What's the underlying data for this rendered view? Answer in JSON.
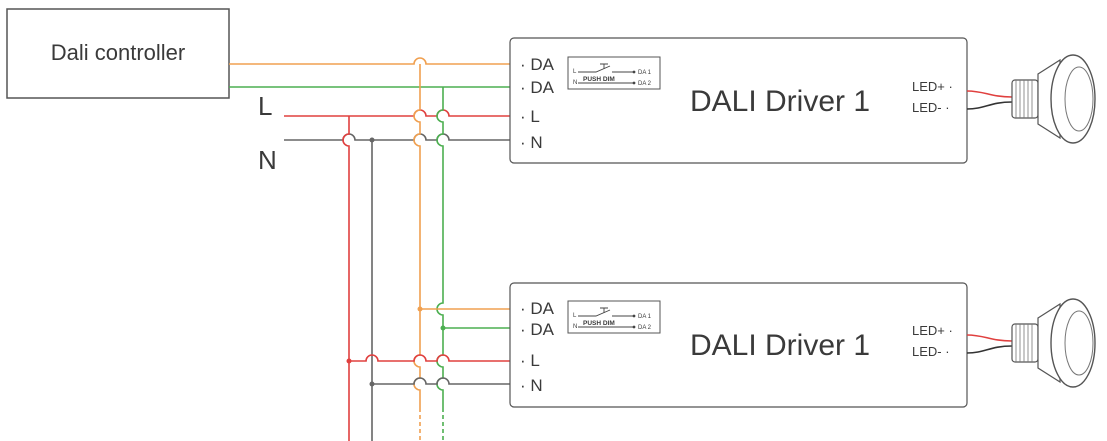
{
  "controller": {
    "label": "Dali controller"
  },
  "mains": {
    "line_label": "L",
    "neutral_label": "N"
  },
  "drivers": [
    {
      "name": "DALI Driver 1",
      "terminals": [
        "DA",
        "DA",
        "L",
        "N"
      ],
      "outputs": [
        "LED+",
        "LED-"
      ],
      "switch": {
        "l": "L",
        "n": "N",
        "da1": "DA 1",
        "da2": "DA 2",
        "caption": "PUSH DIM"
      }
    },
    {
      "name": "DALI Driver 1",
      "terminals": [
        "DA",
        "DA",
        "L",
        "N"
      ],
      "outputs": [
        "LED+",
        "LED-"
      ],
      "switch": {
        "l": "L",
        "n": "N",
        "da1": "DA 1",
        "da2": "DA 2",
        "caption": "PUSH DIM"
      }
    }
  ],
  "colors": {
    "da1_wire": "#f0a050",
    "da2_wire": "#4caf50",
    "line_wire": "#e0403f",
    "neutral_wire": "#666666",
    "outline": "#555555"
  }
}
